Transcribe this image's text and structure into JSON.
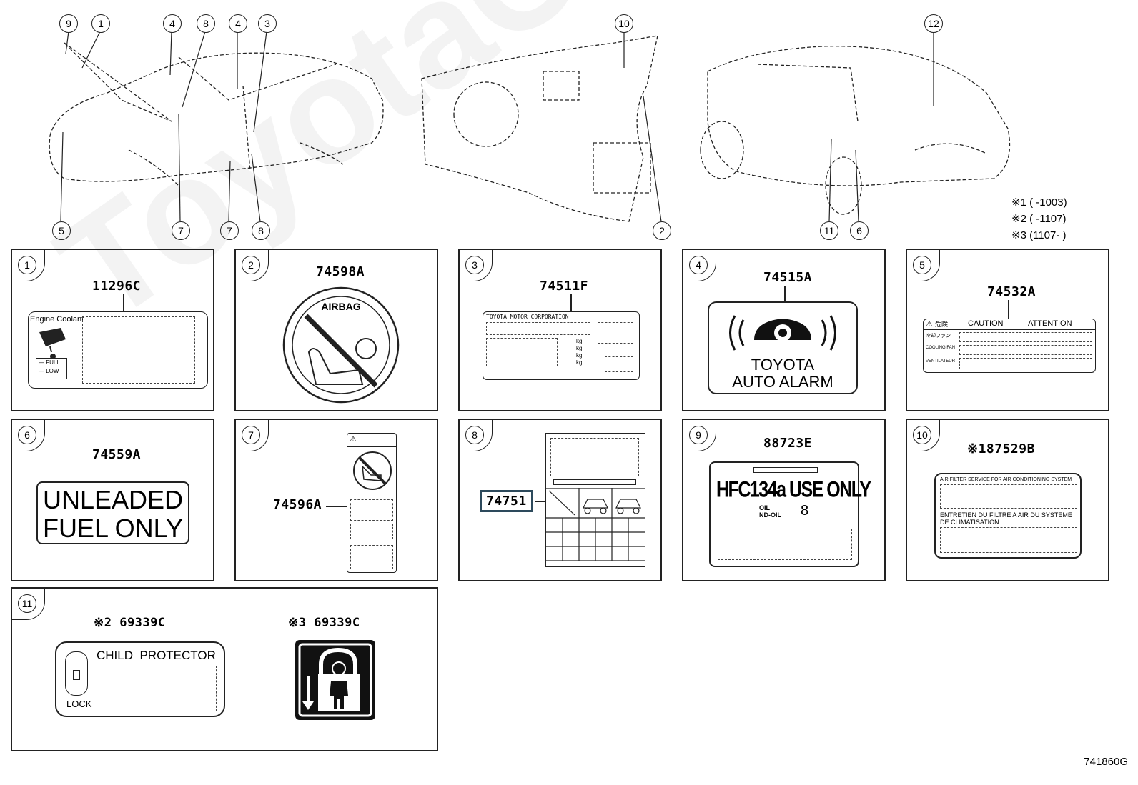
{
  "callouts": {
    "c1": "1",
    "c2": "2",
    "c3": "3",
    "c4": "4",
    "c5": "5",
    "c6": "6",
    "c7": "7",
    "c8": "8",
    "c9": "9",
    "c10": "10",
    "c11": "11",
    "c12": "12"
  },
  "notes": {
    "n1": "※1 (        -1003)",
    "n2": "※2 (        -1107)",
    "n3": "※3 (1107-        )"
  },
  "panels": {
    "p1": {
      "num": "1",
      "part": "11296C",
      "coolant": "Engine Coolant",
      "full": "FULL",
      "low": "LOW"
    },
    "p2": {
      "num": "2",
      "part": "74598A",
      "airbag": "AIRBAG"
    },
    "p3": {
      "num": "3",
      "part": "74511F",
      "maker": "TOYOTA MOTOR CORPORATION",
      "kg1": "kg",
      "kg2": "kg",
      "kg3": "kg",
      "kg4": "kg"
    },
    "p4": {
      "num": "4",
      "part": "74515A",
      "line1": "TOYOTA",
      "line2": "AUTO ALARM"
    },
    "p5": {
      "num": "5",
      "part": "74532A",
      "caution": "CAUTION",
      "attention": "ATTENTION",
      "danger_jp": "危険",
      "fan_jp": "冷却ファン",
      "cooling": "COOLING FAN",
      "ventilateur": "VENTILATEUR"
    },
    "p6": {
      "num": "6",
      "part": "74559A",
      "line1": "UNLEADED",
      "line2": "FUEL ONLY"
    },
    "p7": {
      "num": "7",
      "part": "74596A"
    },
    "p8": {
      "num": "8",
      "part": "74751"
    },
    "p9": {
      "num": "9",
      "part": "88723E",
      "main": "HFC134a USE ONLY",
      "oil1": "OIL",
      "oil2": "ND-OIL",
      "oil_num": "8"
    },
    "p10": {
      "num": "10",
      "part": "※187529B",
      "line1": "AIR FILTER SERVICE FOR AIR CONDITIONING SYSTEM",
      "line2": "ENTRETIEN DU FILTRE A AIR DU SYSTEME",
      "line3": "DE CLIMATISATION"
    },
    "p11": {
      "num": "11",
      "part_a": "※2 69339C",
      "part_b": "※3 69339C",
      "child": "CHILD  PROTECTOR",
      "lock": "LOCK"
    }
  },
  "figure_id": "741860G",
  "watermark": "ToyotaCarMiner.ru"
}
